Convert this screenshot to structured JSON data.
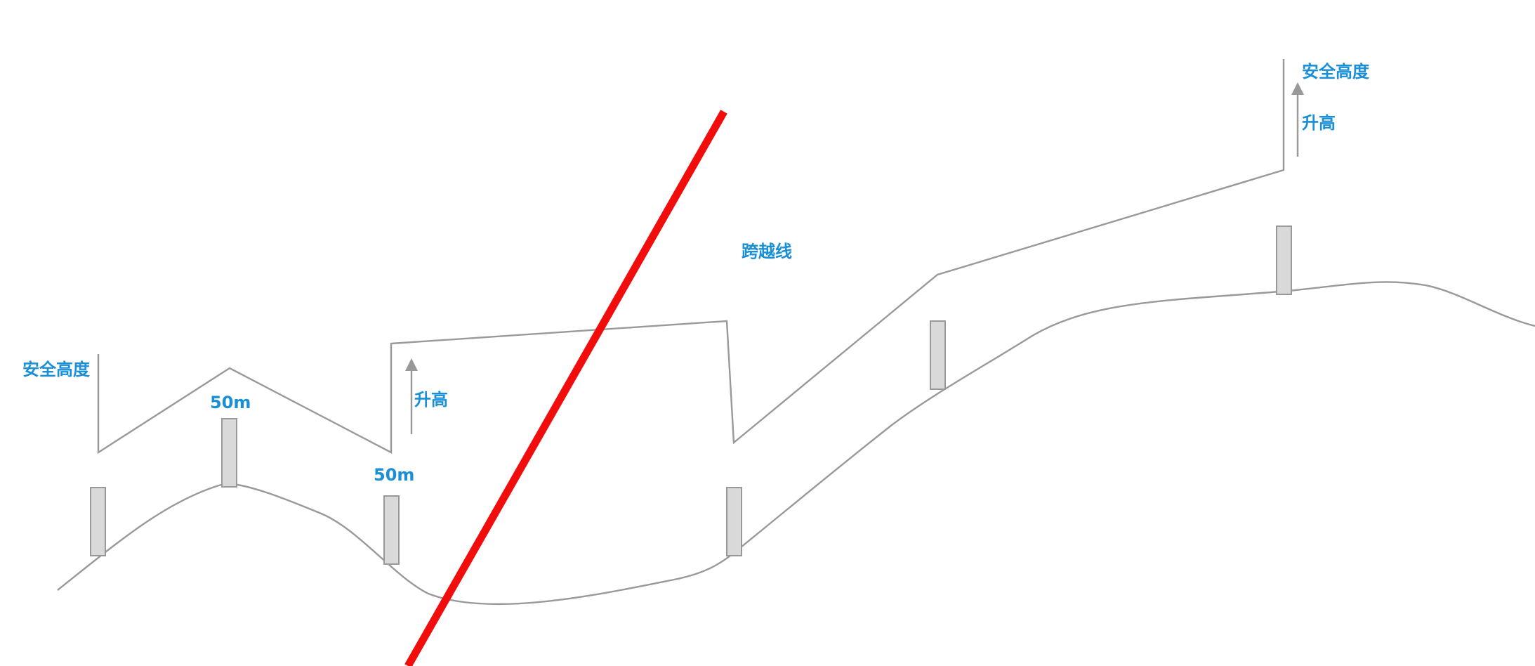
{
  "labels": {
    "safe_height_left": "安全高度",
    "safe_height_right": "安全高度",
    "raise_left": "升高",
    "raise_right": "升高",
    "offset_1": "50m",
    "offset_2": "50m",
    "crossing_line": "跨越线"
  },
  "colors": {
    "label": "#1a8fd6",
    "line": "#999999",
    "tower_fill": "#d9d9d9",
    "crossing_line": "#f20d0d"
  }
}
